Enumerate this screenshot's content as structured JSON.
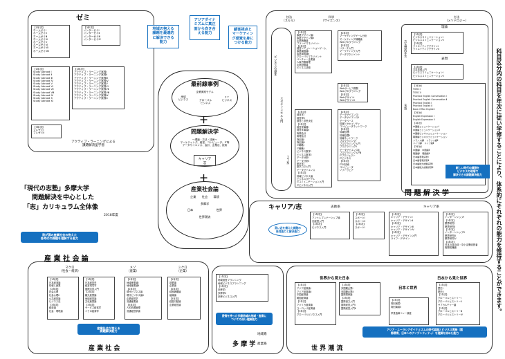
{
  "seminar": {
    "title": "ゼミ",
    "box1": "【1年次】\nホームゼミⅠ\nホームゼミⅡ\nホームゼミⅢ\nホームゼミⅣ\nホームゼミⅤ\nホームゼミⅥ\nホームゼミⅦ\nホームゼミⅧ",
    "box2": "【3年次】\nインターゼミⅠ\nインターゼミⅡ\nインターゼミⅢ\nインターゼミⅣ",
    "box3": "【1年次】\nStudy Abroad Ⅰ\nStudy Abroad Ⅱ\nStudy Abroad Ⅲ\nStudy Abroad Ⅳ\nStudy Abroad Ⅴ\nStudy Abroad Ⅵ\nStudy Abroad Ⅶ\nStudy Abroad Ⅷ\nStudy Abroad Ⅸ\nStudy Abroad Ⅹ\nStudy Abroad Ⅺ",
    "box4": "【2年次】\nアクティブ・ラーニング実践Ⅰ\nアクティブ・ラーニング実践Ⅱ\nアクティブ・ラーニング実践Ⅲ\nアクティブ・ラーニング実践Ⅳ\nアクティブ・ラーニング実践Ⅴ\nアクティブ・ラーニング実践Ⅵ\nアクティブ・ラーニング実践Ⅶ\nアクティブ・ラーニング実践Ⅷ\nアクティブ・ラーニング実践Ⅸ\nアクティブ・ラーニング実践Ⅹ",
    "box5": "【3年次】\nプレゼミⅠ\nプレゼミⅡ",
    "footer": "アクティブ・ラーニングによる\n課題解決型学習"
  },
  "bubbles": {
    "b1": "地域の抱える\n課題を最適的\nに解決できる\n能力",
    "b2": "アジアダイナ\nミズムに真正\n面から向き合\nえる能力",
    "b3": "顧客視点と\nマーケティン\nグ感覚を身に\nつける能力",
    "b4": "新しい時代の課題を\nビジネスの現場で\n解決できる課題解決能力",
    "b5": "高い志を備えた課題の\n発見能力と解決能力",
    "b6": "我が国の産業社会の抱えた\n各時代の課題を理解する能力",
    "b7": "産業社会が抱える\n課題解決能力",
    "b8": "愛情を持った多摩地域の地域・産業に\nついての深い理解能力",
    "b9": "アジア・ユーラシアダイナミズムの時代認識とビジネス実務（国\n際環境、日本人のアイデンティティ）を理解を修めた能力"
  },
  "core": {
    "frontline_title": "最前線事例",
    "frontline_inner": "企業実践モデル",
    "local_business": "地域\nビジネス",
    "global_business": "グローバル\nビジネス",
    "it_business": "ＩＴ\nビジネス",
    "problem_title": "問題解決学",
    "problem_inner": "〜理論・方法・技術〜\nマーケティング、経営、コンピュータ、IT等\nデータサイエンス、会計、企業法、技術",
    "career_label": "キャリア\n志",
    "society_title": "産業社会論",
    "society_inner": "企業　　社会　　環境\n\n多摩学\n\n日本　　　　　　　　世界\n\n世界潮流",
    "plus": "＋"
  },
  "main_title": {
    "line1": "「現代の志塾」多摩大学",
    "line2": "問題解決を中心とした",
    "line3": "「志」カリキュラム全体像",
    "year": "2018年度"
  },
  "science": {
    "header_skill": "技法\n（スキル）",
    "header_science": "科学\n（サイエンス）",
    "header_method": "方法\n（メソドロジー）",
    "left_vertical": "ビジネスの基本",
    "left_vertical2": "スタディスキル入門",
    "left_vertical3": "ＩＴ系",
    "col1a": "【1年次】\n事業デザイン論Ⅰ\n事業デザイン論Ⅱ\n企業戦略論\nブランドマネジメント\n【2年次】\n経営シミュレーションゲーム\n事業構想論Ⅰ\n事業構想論Ⅱ\nグローバルマネジメント\nベンチャー企業論\n人事労務管理\n企業財務論\nビジネス法務",
    "col1b": "【1年次】\n経営学Ⅰ\n経営学Ⅱ\n経営と意思決定\n【2年次】\n経営学演習Ⅰ\n経営学演習Ⅱ\n財務会計\n管理会計\n簿記論Ⅰ\n簿記論Ⅱ\nIT戦略Ⅰ\nIT戦略Ⅱ\nビジネス数学Ⅰ\nビジネス数学Ⅱ\nデータ分析Ⅰ\nデータ分析Ⅱ\n統計学Ⅰ\n数学力で入門\nデータサイエンス\n【3年次】\n情報ビジネス論\nビジネスITモデル\nITコミュニケーション入門\nITビジネス入門",
    "col2a": "【2年次】\nマーケティングゲーム分析\nマーケティング戦略論\nWebプログラミング\n【3年次】\nリサーチ入門\nマーケティング入門\nデータマネジメント",
    "col2b": "【2年次】\nWebサービス開発\nWebプログラミング\n【3年次】\nWebデザインⅠ\nWebデザインⅡ",
    "col2c": "【2年次】\nデータサイエンスⅠ\nデータサイエンスⅡ\nデータベース\n情報とセキュリティ\nコンピュータネットワーク\n【3年次】\n情報処理Ⅰ\n情報処理Ⅱ\n情報ネットワーク\nプログラミングⅠ\nプログラミング入門\nプログラミングⅡ\nデータサイエンスⅢ\nプログラミング入門Ⅱ\nITプロジェクト\nITビジネス\n【3年次】\nITSS技術\nコンピュータ\nソフトウェア",
    "method_theory": "理論",
    "method_vertical": "方法論的手法",
    "method_vertical2": "言語",
    "method1": "【3年次】\nビジネスコミュニケーションⅠ\nビジネスコミュニケーションⅡ\n【2年次】\nクリエイティブデザインⅠ\nクリエイティブデザインⅡ",
    "method_expression": "表現",
    "method2": "【1年次】\n文章表現入門\nビジネスコミュニケーションⅠ\nビジネスコミュニケーションⅡ",
    "method3": "【1年次】\nTOEIC Ⅰ\nTOEIC Ⅱ\nPractical English Conversation Ⅰ\nPractical English Conversation Ⅱ\nPractical English Ⅰ\nPractical English Ⅱ\nBasic Office English Ⅰ\n【2年次】\nEnglish Expression Ⅰ\nEnglish Expression Ⅱ\n【1年次】\n中国語コミュニケーションⅠ\n中国語コミュニケーションⅡ\n中国語ビジネスコミュニケーション\n韓国語ビジネスコミュニケーション\nフランス語Ⅰ　フランス語Ⅱ\nドイツ語Ⅰ　ドイツ語Ⅱ\n【2年次】\n中国語Ⅰ　中国語Ⅱ\n韓国語Ⅰ　韓国語Ⅱ\n日本語表現演習Ⅰ\n日本語表現演習Ⅱ\n日本語能力試験演習Ⅰ\n日本語能力試験演習Ⅱ",
    "footer": "問 題 解 決 学"
  },
  "right_vertical": "科目区分内の科目を年次に従い学修することにより、体系的にそれぞれの能力を修得することができます。",
  "career": {
    "title": "キャリア/志",
    "sub1": "志教系",
    "sub2": "キャリア系",
    "col1": "【1年次】\nアントレプレナーシップ論\n志経営入門\n【2年次】\nビジネス入門",
    "col2": "【1年次】\nスポーツⅠ\nスポーツⅡ\n【2年次】\nスポーツⅠ",
    "col3": "【1年次】\nキャリア・デザインⅠ\nキャリア・デザインⅡ\n【2年次】\nキャリア・デザインⅢ\nキャリア・デザインⅣ\n【3年次】\nキャリア・デザイン入門\nライフ・デザイン",
    "col4": "【2年次】\nインターンシップⅠ\n【3年次】\n業界研究Ⅰ\n業界研究Ⅱ\n【2年次】\nインターンシップⅡ\n業界研究Ⅲ\n業界研究Ⅳ\n【3年次】\n日本の自治体・中小企業経営者\n実務知識論"
  },
  "industry": {
    "title": "産 業 社 会 論",
    "macro": "マクロ\n（社会・経済）",
    "meso": "メゾ\n（産業）",
    "micro": "ミクロ\n（企業）",
    "col1": "【1年次】\n日本経済論\n情報と産業\n【2年次】\n社会心理\n社会心理Ⅱ\n公共経営論\nビジネス法\n【3年次】\n経済論\n社会・環境論",
    "col2": "【1年次】\n日本経営史\n経営環境学\n国際法学入門\n【2年次】\n観光産業論\n地域経営論\n文化産業論\n【3年次】\nサービス経営学\nミクロ経済学",
    "col3": "【1年次】\n地域産業論Ⅰ\n地域産業論Ⅱ\n【2年次】\n現代ビジネス論\n現代ビジネス論Ⅱ\n企業経営学\n流通産業論\n【3年次】\n人的資源管理\n流通経営学論",
    "col4": "【1年次】\n創業論\n企業論\n【2年次】\n経営戦略論\n組織論\n【3年次】\n経営行動論\n企業経営論\n",
    "footer": "産 業 社 会"
  },
  "tama": {
    "box": "【1年次】\n地域経営プランニング\n地域ビジネスプランニング\n【2年次】\n多摩学Ⅰ\n多摩学Ⅱ\n多摩ビジネス入門",
    "footer": "多 摩 学",
    "label1": "地域系",
    "label2": "産業系"
  },
  "world": {
    "title1": "世界から見た日本",
    "title2": "日本と世界",
    "title3": "日本から見た世界",
    "col1": "【1年次】\nアジア経済論Ⅰ\nアジア経済論Ⅱ\n中国経済論\n韓国経済論\n【2年次】\nアメリカ経済論\nヨーロッパ経済論\n【3年次】\nグローバルビジネス入門",
    "col2": "【1年次】\n多国籍企業Ⅰ\n多国籍企業Ⅱ\n国際関係論\n【2年次】\n国際協力入門\n国際経営入門Ⅰ\n国際経営入門Ⅱ",
    "col3": "【2年次】\n特別演習Ⅰ\n特別演習Ⅱ\n\n学長指導リレー講座",
    "col4": "【1年次】\n歴史Ⅰ\n歴史Ⅱ\n【2年次】\nグローバルヒストリーⅠ\nグローバルヒストリーⅡ\nサブカルチャー論\n【3年次】\nグローバルヒストリーⅢ\nグローバルヒストリーⅣ",
    "footer": "世 界 潮 流"
  }
}
